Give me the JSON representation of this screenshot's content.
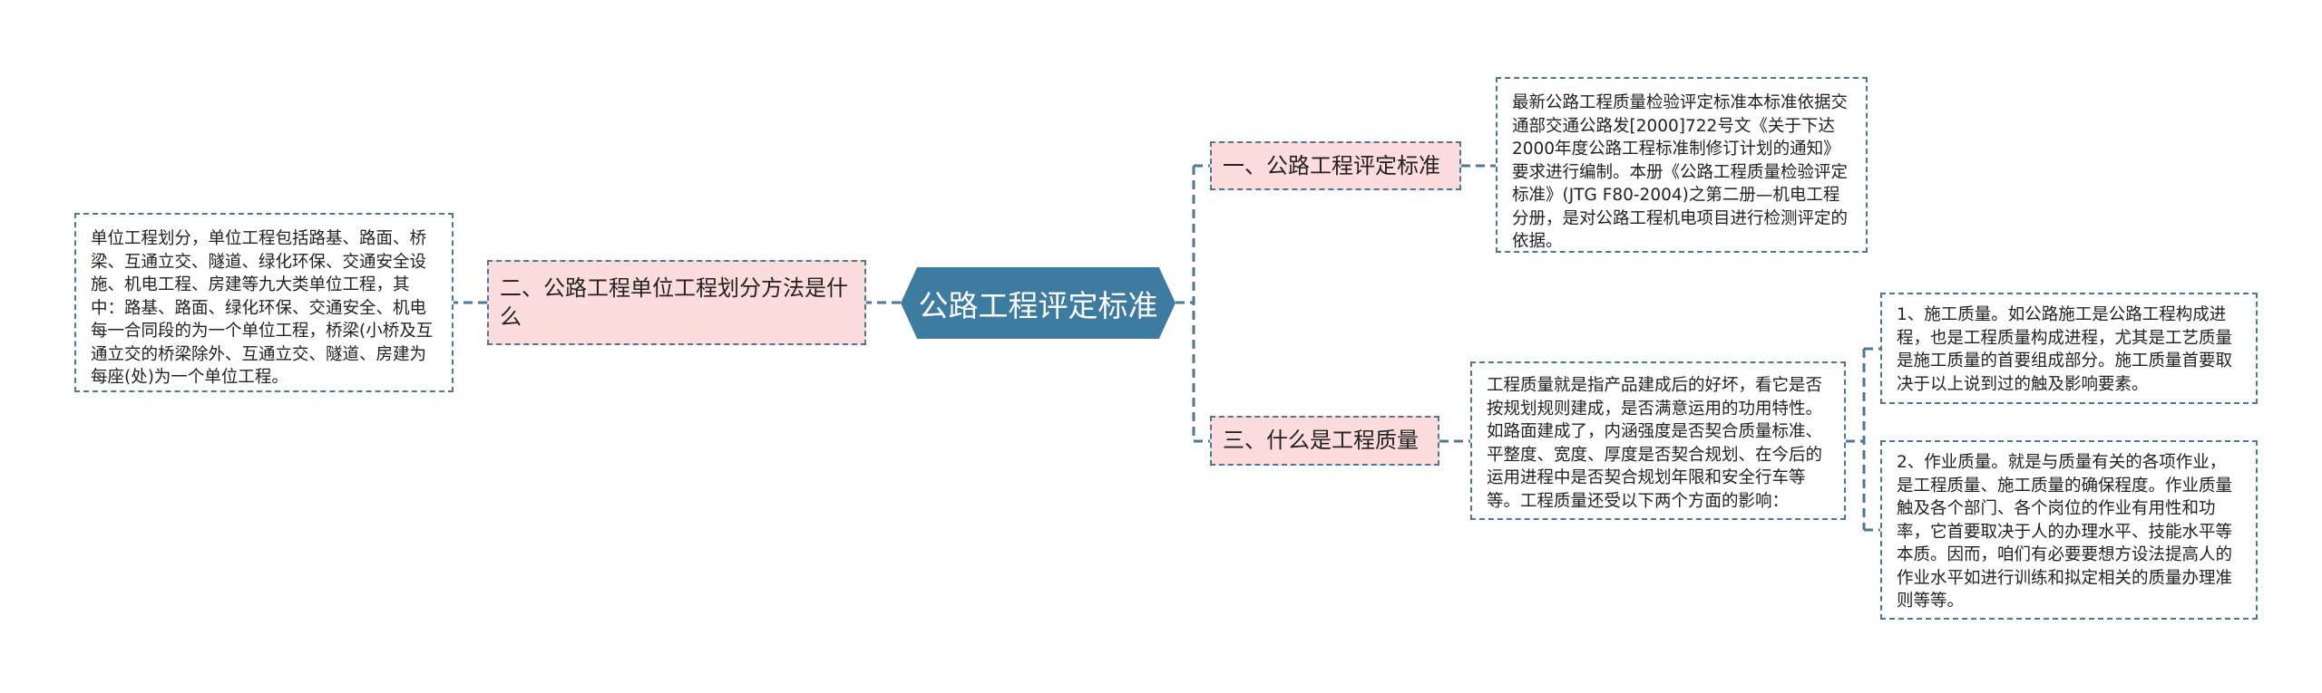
{
  "root": {
    "label": "公路工程评定标准"
  },
  "branches": [
    {
      "label": "一、公路工程评定标准",
      "note": "最新公路工程质量检验评定标准本标准依据交通部交通公路发[2000]722号文《关于下达2000年度公路工程标准制修订计划的通知》要求进行编制。本册《公路工程质量检验评定标准》(JTG F80-2004)之第二册—机电工程分册，是对公路工程机电项目进行检测评定的依据。"
    },
    {
      "label": "二、公路工程单位工程划分方法是什么",
      "note": "单位工程划分，单位工程包括路基、路面、桥梁、互通立交、隧道、绿化环保、交通安全设施、机电工程、房建等九大类单位工程，其中：路基、路面、绿化环保、交通安全、机电每一合同段的为一个单位工程，桥梁(小桥及互通立交的桥梁除外、互通立交、隧道、房建为每座(处)为一个单位工程。"
    },
    {
      "label": "三、什么是工程质量",
      "note": "工程质量就是指产品建成后的好坏，看它是否按规划规则建成，是否满意运用的功用特性。如路面建成了，内涵强度是否契合质量标准、平整度、宽度、厚度是否契合规划、在今后的运用进程中是否契合规划年限和安全行车等等。工程质量还受以下两个方面的影响：",
      "children": [
        "1、施工质量。如公路施工是公路工程构成进程，也是工程质量构成进程，尤其是工艺质量是施工质量的首要组成部分。施工质量首要取决于以上说到过的触及影响要素。",
        "2、作业质量。就是与质量有关的各项作业，是工程质量、施工质量的确保程度。作业质量触及各个部门、各个岗位的作业有用性和功率，它首要取决于人的办理水平、技能水平等本质。因而，咱们有必要要想方设法提高人的作业水平如进行训练和拟定相关的质量办理准则等等。"
      ]
    }
  ],
  "colors": {
    "root": "#3e7ba1",
    "branch_bg": "#fcdcdc",
    "connector": "#4d7892"
  }
}
